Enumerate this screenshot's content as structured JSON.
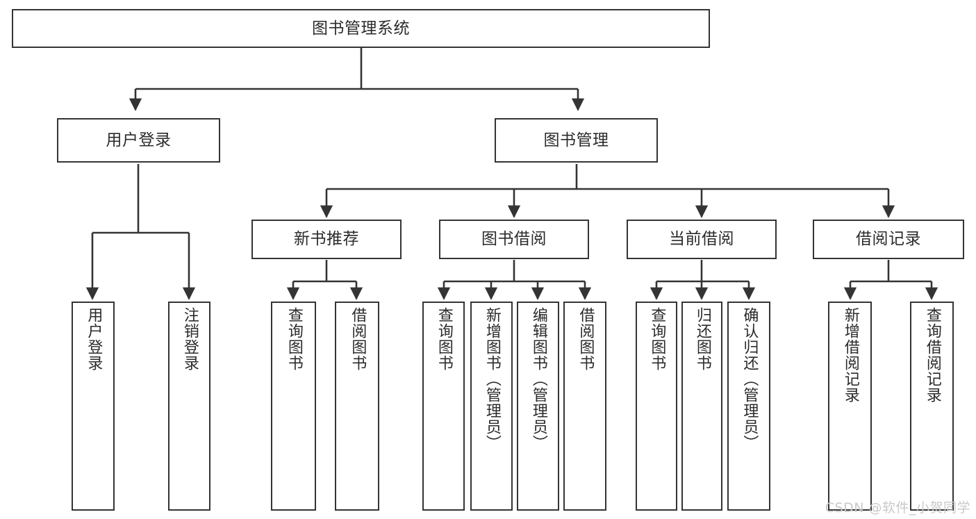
{
  "diagram": {
    "title": "图书管理系统",
    "type": "tree-structure-diagram",
    "root": {
      "id": "root",
      "label": "图书管理系统"
    },
    "level2": [
      {
        "id": "user-login",
        "label": "用户登录"
      },
      {
        "id": "book-manage",
        "label": "图书管理"
      }
    ],
    "level3": [
      {
        "id": "new-book-rec",
        "label": "新书推荐"
      },
      {
        "id": "book-borrow",
        "label": "图书借阅"
      },
      {
        "id": "current-borrow",
        "label": "当前借阅"
      },
      {
        "id": "borrow-record",
        "label": "借阅记录"
      }
    ],
    "leaves": {
      "user_login": [
        {
          "id": "leaf-user-login",
          "label": "用户登录"
        },
        {
          "id": "leaf-logout-login",
          "label": "注销登录"
        }
      ],
      "new_book_rec": [
        {
          "id": "leaf-query-book-1",
          "label": "查询图书"
        },
        {
          "id": "leaf-borrow-book-1",
          "label": "借阅图书"
        }
      ],
      "book_borrow": [
        {
          "id": "leaf-query-book-2",
          "label": "查询图书"
        },
        {
          "id": "leaf-add-book",
          "label": "新增图书（管理员）"
        },
        {
          "id": "leaf-edit-book",
          "label": "编辑图书（管理员）"
        },
        {
          "id": "leaf-borrow-book-2",
          "label": "借阅图书"
        }
      ],
      "current_borrow": [
        {
          "id": "leaf-query-book-3",
          "label": "查询图书"
        },
        {
          "id": "leaf-return-book",
          "label": "归还图书"
        },
        {
          "id": "leaf-confirm-return",
          "label": "确认归还（管理员）"
        }
      ],
      "borrow_record": [
        {
          "id": "leaf-add-record",
          "label": "新增借阅记录"
        },
        {
          "id": "leaf-query-record",
          "label": "查询借阅记录"
        }
      ]
    }
  },
  "watermark": {
    "text": "CSDN @软件_小贺同学"
  },
  "colors": {
    "border": "#343434",
    "text": "#2b2b2b",
    "background": "#ffffff",
    "watermark": "#c9c9c9"
  }
}
